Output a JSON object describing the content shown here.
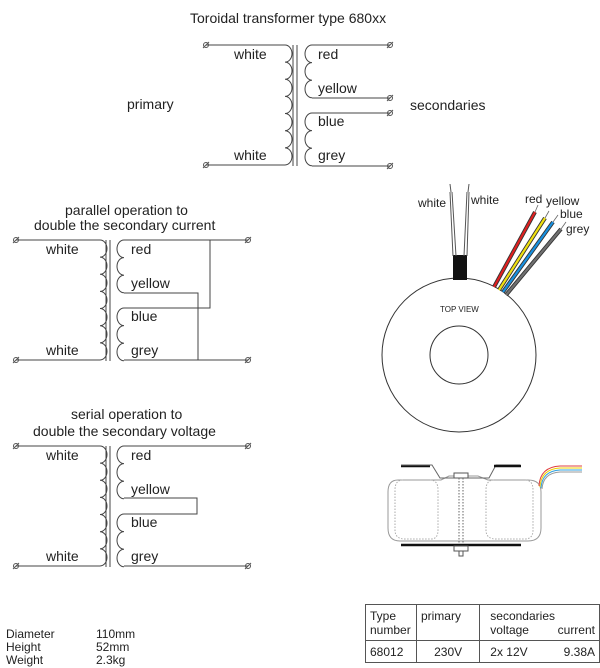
{
  "title": "Toroidal transformer type 680xx",
  "main_diagram": {
    "primary_label": "primary",
    "secondaries_label": "secondaries",
    "primary_wires": [
      "white",
      "white"
    ],
    "secondary_wires": [
      "red",
      "yellow",
      "blue",
      "grey"
    ]
  },
  "parallel_diagram": {
    "title_line1": "parallel operation to",
    "title_line2": "double the secondary current",
    "primary_wires": [
      "white",
      "white"
    ],
    "secondary_wires": [
      "red",
      "yellow",
      "blue",
      "grey"
    ]
  },
  "serial_diagram": {
    "title_line1": "serial operation to",
    "title_line2": "double the secondary voltage",
    "primary_wires": [
      "white",
      "white"
    ],
    "secondary_wires": [
      "red",
      "yellow",
      "blue",
      "grey"
    ]
  },
  "top_view": {
    "label": "TOP VIEW",
    "primary_leads": [
      "white",
      "white"
    ],
    "secondary_leads": [
      {
        "name": "red",
        "color": "#e02020"
      },
      {
        "name": "yellow",
        "color": "#f0e010"
      },
      {
        "name": "blue",
        "color": "#1890e0"
      },
      {
        "name": "grey",
        "color": "#707070"
      }
    ]
  },
  "specs": [
    {
      "label": "Diameter",
      "value": "110mm"
    },
    {
      "label": "Height",
      "value": "52mm"
    },
    {
      "label": "Weight",
      "value": "2.3kg"
    }
  ],
  "spec_table": {
    "headers": {
      "type": "Type",
      "type2": "number",
      "primary": "primary",
      "secondaries": "secondaries",
      "voltage": "voltage",
      "current": "current"
    },
    "rows": [
      {
        "type": "68012",
        "primary": "230V",
        "voltage": "2x 12V",
        "current": "9.38A"
      }
    ]
  }
}
